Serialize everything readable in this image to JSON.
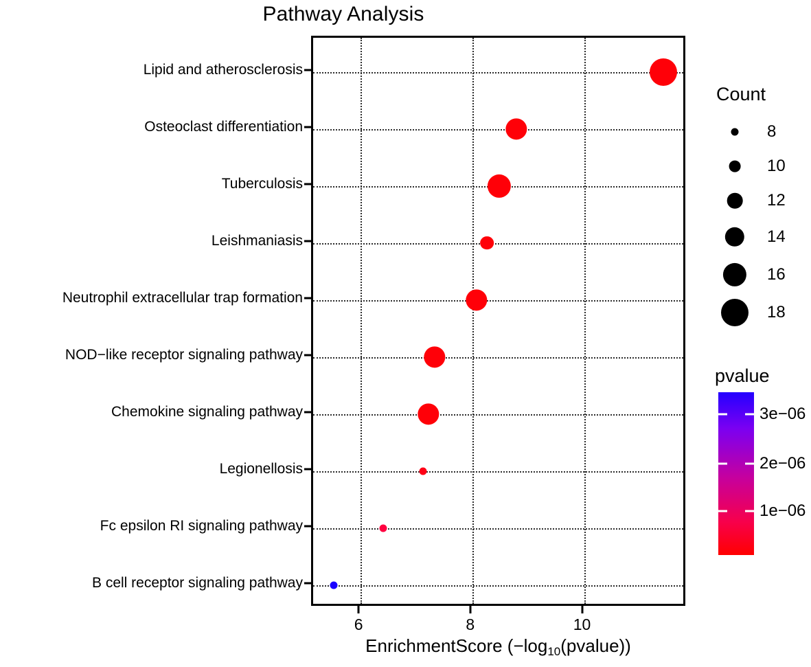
{
  "chart_data": {
    "type": "scatter",
    "title": "Pathway Analysis",
    "xlabel_prefix": "EnrichmentScore (−log",
    "xlabel_sub": "10",
    "xlabel_suffix": "(pvalue))",
    "xlabel": "EnrichmentScore (−log10(pvalue))",
    "ylabel": "",
    "xlim": [
      5.15,
      11.85
    ],
    "xticks": [
      6,
      8,
      10
    ],
    "xticklabels": [
      "6",
      "8",
      "10"
    ],
    "grid": true,
    "legend_position": "right",
    "categories": [
      "Lipid and atherosclerosis",
      "Osteoclast differentiation",
      "Tuberculosis",
      "Leishmaniasis",
      "Neutrophil extracellular trap formation",
      "NOD−like receptor signaling pathway",
      "Chemokine signaling pathway",
      "Legionellosis",
      "Fc epsilon RI signaling pathway",
      "B cell receptor signaling pathway"
    ],
    "points": [
      {
        "pathway": "Lipid and atherosclerosis",
        "enrichment_score": 11.42,
        "count": 18,
        "pvalue": 3.8e-12,
        "color": "#FF0008"
      },
      {
        "pathway": "Osteoclast differentiation",
        "enrichment_score": 8.79,
        "count": 15,
        "pvalue": 1.6e-09,
        "color": "#FF0008"
      },
      {
        "pathway": "Tuberculosis",
        "enrichment_score": 8.48,
        "count": 16,
        "pvalue": 3.3e-09,
        "color": "#FF0008"
      },
      {
        "pathway": "Leishmaniasis",
        "enrichment_score": 8.26,
        "count": 11,
        "pvalue": 5.5e-09,
        "color": "#FF0008"
      },
      {
        "pathway": "Neutrophil extracellular trap formation",
        "enrichment_score": 8.07,
        "count": 15,
        "pvalue": 8.5e-09,
        "color": "#FF0008"
      },
      {
        "pathway": "NOD−like receptor signaling pathway",
        "enrichment_score": 7.32,
        "count": 15,
        "pvalue": 4.8e-08,
        "color": "#FF0008"
      },
      {
        "pathway": "Chemokine signaling pathway",
        "enrichment_score": 7.21,
        "count": 15,
        "pvalue": 6.2e-08,
        "color": "#FF0008"
      },
      {
        "pathway": "Legionellosis",
        "enrichment_score": 7.12,
        "count": 8,
        "pvalue": 7.6e-08,
        "color": "#FF0016"
      },
      {
        "pathway": "Fc epsilon RI signaling pathway",
        "enrichment_score": 6.41,
        "count": 8,
        "pvalue": 3.9e-07,
        "color": "#FF0040"
      },
      {
        "pathway": "B cell receptor signaling pathway",
        "enrichment_score": 5.52,
        "count": 8,
        "pvalue": 3e-06,
        "color": "#1A00FF"
      }
    ],
    "size_legend": {
      "title": "Count",
      "values": [
        8,
        10,
        12,
        14,
        16,
        18
      ]
    },
    "color_legend": {
      "title": "pvalue",
      "tick_labels": [
        "3e−06",
        "2e−06",
        "1e−06"
      ],
      "tick_values": [
        3e-06,
        2e-06,
        1e-06
      ],
      "gradient_top_color": "#2400FF",
      "gradient_bottom_color": "#FF0000"
    }
  }
}
